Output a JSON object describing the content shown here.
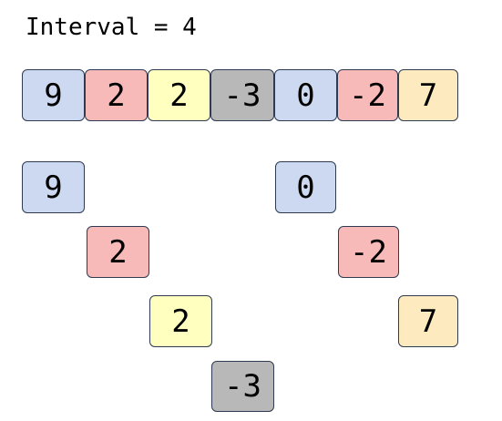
{
  "title": "Interval = 4",
  "colors": {
    "blue": "#cdd9f0",
    "red": "#f8b9b9",
    "yellow": "#ffffc0",
    "gray": "#b8b8b8",
    "orange": "#feeabf"
  },
  "array": [
    {
      "value": "9",
      "color": "blue"
    },
    {
      "value": "2",
      "color": "red"
    },
    {
      "value": "2",
      "color": "yellow"
    },
    {
      "value": "-3",
      "color": "gray"
    },
    {
      "value": "0",
      "color": "blue"
    },
    {
      "value": "-2",
      "color": "red"
    },
    {
      "value": "7",
      "color": "orange"
    }
  ],
  "groups": [
    {
      "items": [
        {
          "value": "9",
          "color": "blue"
        },
        {
          "value": "0",
          "color": "blue"
        }
      ]
    },
    {
      "items": [
        {
          "value": "2",
          "color": "red"
        },
        {
          "value": "-2",
          "color": "red"
        }
      ]
    },
    {
      "items": [
        {
          "value": "2",
          "color": "yellow"
        },
        {
          "value": "7",
          "color": "orange"
        }
      ]
    },
    {
      "items": [
        {
          "value": "-3",
          "color": "gray"
        }
      ]
    }
  ]
}
